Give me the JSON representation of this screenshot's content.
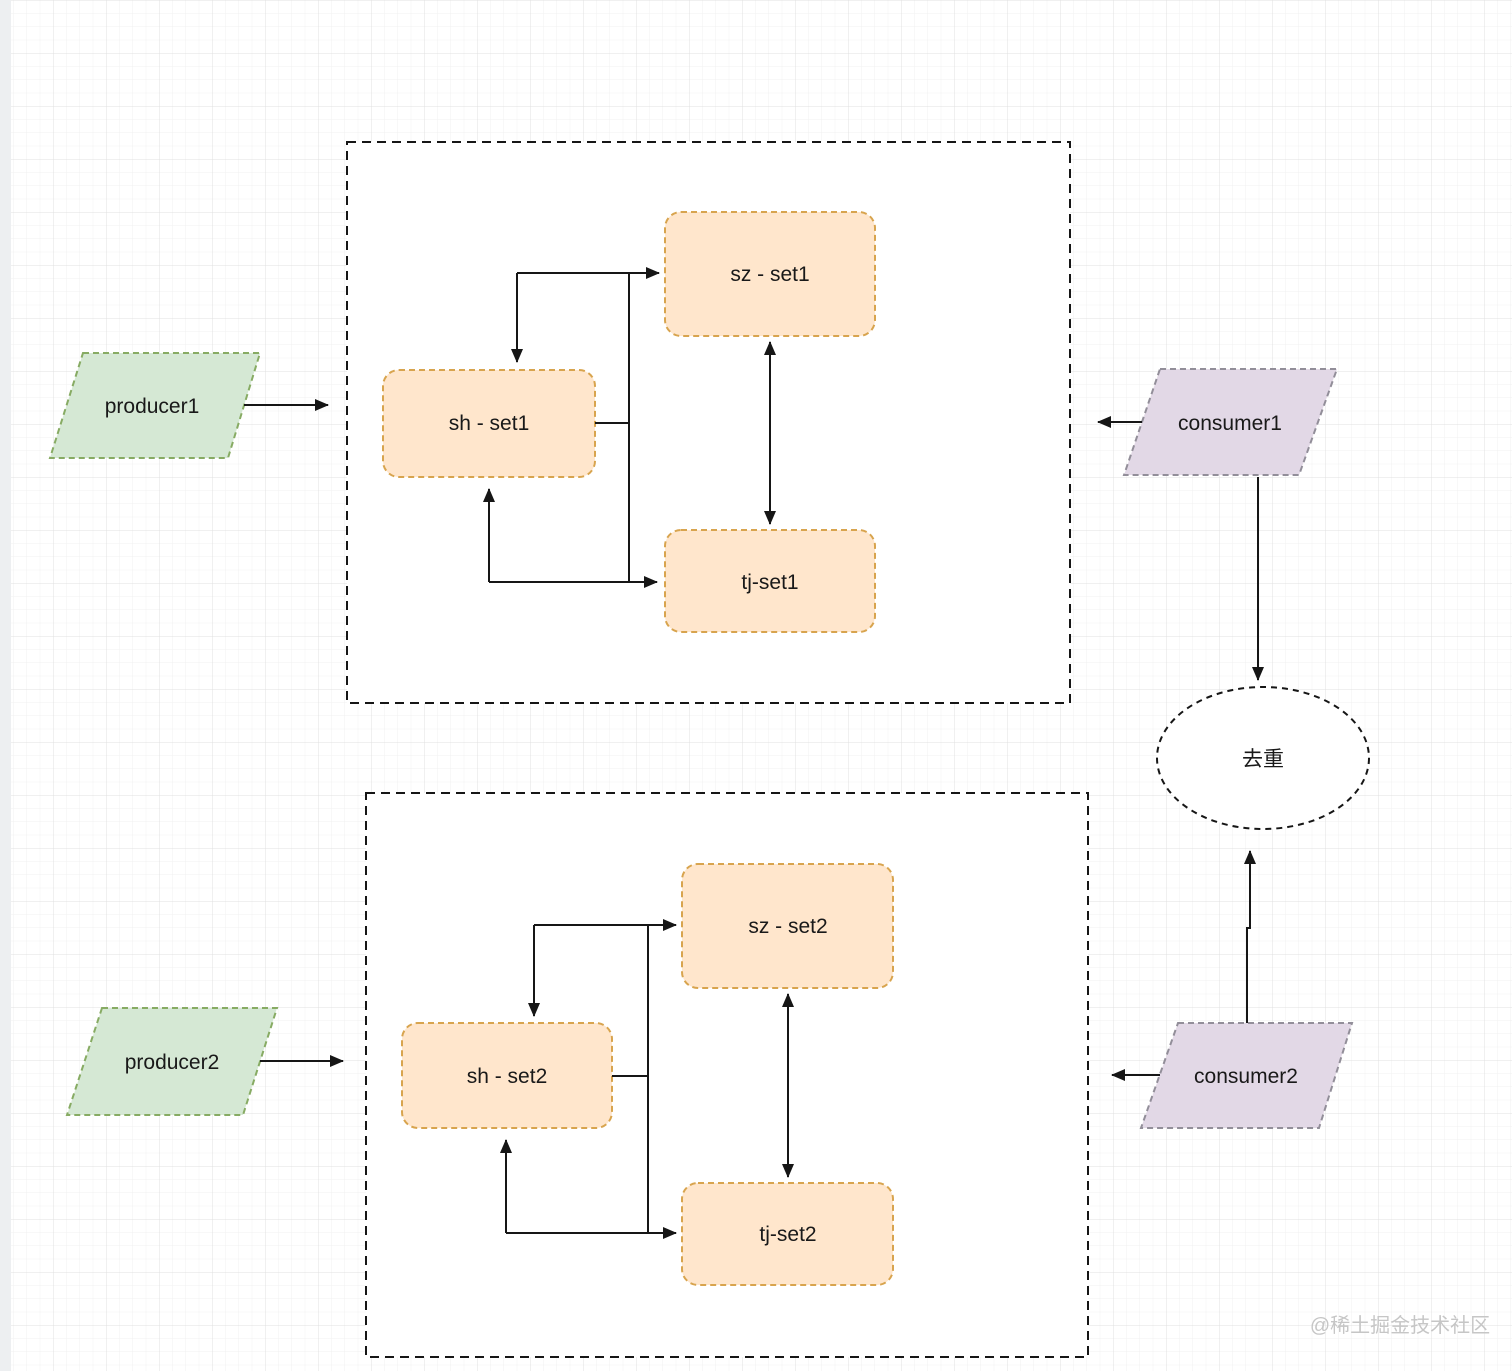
{
  "diagram": {
    "watermark": "@稀土掘金技术社区",
    "nodes": {
      "producer1": {
        "label": "producer1",
        "shape": "parallelogram"
      },
      "producer2": {
        "label": "producer2",
        "shape": "parallelogram"
      },
      "consumer1": {
        "label": "consumer1",
        "shape": "parallelogram"
      },
      "consumer2": {
        "label": "consumer2",
        "shape": "parallelogram"
      },
      "dedup": {
        "label": "去重",
        "shape": "ellipse"
      },
      "sz_set1": {
        "label": "sz - set1",
        "shape": "rounded-rect"
      },
      "sh_set1": {
        "label": "sh - set1",
        "shape": "rounded-rect"
      },
      "tj_set1": {
        "label": "tj-set1",
        "shape": "rounded-rect"
      },
      "sz_set2": {
        "label": "sz - set2",
        "shape": "rounded-rect"
      },
      "sh_set2": {
        "label": "sh - set2",
        "shape": "rounded-rect"
      },
      "tj_set2": {
        "label": "tj-set2",
        "shape": "rounded-rect"
      }
    },
    "colors": {
      "producer_fill": "#d5e8d4",
      "producer_border": "#87ab63",
      "consumer_fill": "#e2d8e6",
      "consumer_border": "#928e99",
      "set_box_fill": "#ffe6cc",
      "set_box_border": "#d8a44e",
      "container_border": "#161616",
      "connector": "#161616",
      "grid_minor": "#f0f0f0",
      "grid_major": "#e0e0e0",
      "watermark": "#c6c6c6"
    }
  }
}
